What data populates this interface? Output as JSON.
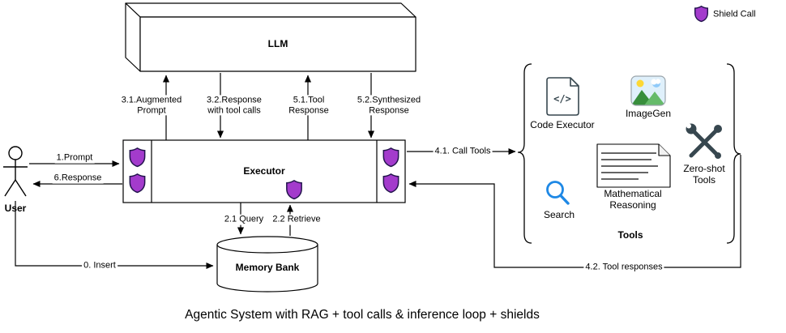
{
  "title": "Agentic System with RAG + tool calls & inference loop + shields",
  "legend": {
    "shield_label": "Shield Call"
  },
  "nodes": {
    "llm": {
      "label": "LLM"
    },
    "executor": {
      "label": "Executor"
    },
    "memory_bank": {
      "label": "Memory Bank"
    },
    "user": {
      "label": "User"
    }
  },
  "tools": {
    "group_label": "Tools",
    "code_executor": {
      "label": "Code Executor",
      "glyph": "</>"
    },
    "imagegen": {
      "label": "ImageGen"
    },
    "search": {
      "label": "Search"
    },
    "mathematical_reasoning": {
      "label": "Mathematical Reasoning"
    },
    "zero_shot": {
      "label": "Zero-shot Tools"
    }
  },
  "edges": {
    "insert": "0. Insert",
    "prompt": "1.Prompt",
    "query": "2.1 Query",
    "retrieve": "2.2 Retrieve",
    "augmented_prompt": "3.1.Augmented Prompt",
    "response_with_tool_calls": "3.2.Response with tool calls",
    "call_tools": "4.1. Call Tools",
    "tool_responses": "4.2. Tool responses",
    "tool_response": "5.1.Tool Response",
    "synthesized_response": "5.2.Synthesized Response",
    "response": "6.Response"
  },
  "colors": {
    "shield_fill": "#a33bcc",
    "shield_stroke": "#23144d",
    "search_blue": "#1e88e5",
    "icon_dark": "#37474f",
    "line": "#000000"
  }
}
